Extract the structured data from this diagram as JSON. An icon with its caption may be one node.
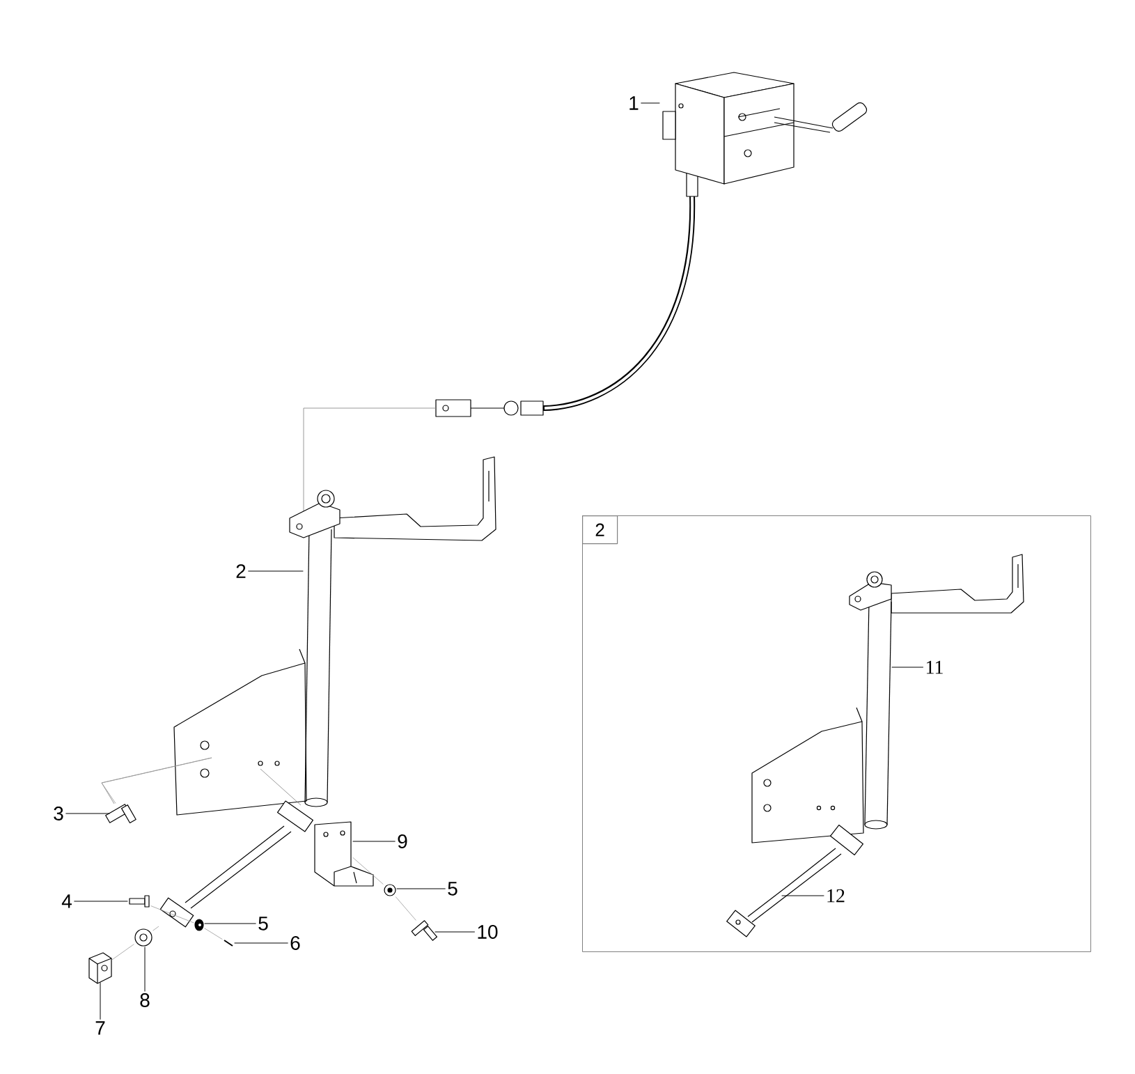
{
  "diagram": {
    "nodes": [
      {
        "text": [
          "1"
        ]
      },
      {
        "text": [],
        "shape": "picture"
      },
      {
        "text": [
          "2"
        ]
      },
      {
        "text": [],
        "shape": "picture"
      },
      {
        "text": [
          "3"
        ]
      },
      {
        "text": [],
        "shape": "picture"
      },
      {
        "text": [
          "4"
        ]
      },
      {
        "text": [],
        "shape": "picture"
      },
      {
        "text": [
          "5"
        ]
      },
      {
        "text": [],
        "shape": "picture"
      },
      {
        "text": [
          "6"
        ]
      },
      {
        "text": [],
        "shape": "picture"
      },
      {
        "text": [
          "7"
        ]
      },
      {
        "text": [],
        "shape": "picture"
      },
      {
        "text": [
          "8"
        ]
      },
      {
        "text": [],
        "shape": "picture"
      },
      {
        "text": [
          "9"
        ]
      },
      {
        "text": [],
        "shape": "picture"
      },
      {
        "text": [
          "5"
        ]
      },
      {
        "text": [],
        "shape": "picture"
      },
      {
        "text": [
          "10"
        ]
      },
      {
        "text": [],
        "shape": "picture"
      },
      {
        "text": [
          "2"
        ]
      },
      {
        "text": [
          "11"
        ],
        "in": 22
      },
      {
        "text": [],
        "shape": "picture",
        "in": 22
      },
      {
        "text": [
          "12"
        ],
        "in": 22
      },
      {
        "text": [],
        "shape": "picture",
        "in": 22
      }
    ],
    "edges": [
      {
        "from": 0,
        "to": 1,
        "arrow": "none"
      },
      {
        "from": 2,
        "to": 3,
        "arrow": "none"
      },
      {
        "from": 4,
        "to": 5,
        "arrow": "none"
      },
      {
        "from": 6,
        "to": 7,
        "arrow": "none"
      },
      {
        "from": 8,
        "to": 9,
        "arrow": "none"
      },
      {
        "from": 10,
        "to": 11,
        "arrow": "none"
      },
      {
        "from": 12,
        "to": 13,
        "arrow": "none"
      },
      {
        "from": 14,
        "to": 15,
        "arrow": "none"
      },
      {
        "from": 16,
        "to": 17,
        "arrow": "none"
      },
      {
        "from": 18,
        "to": 19,
        "arrow": "none"
      },
      {
        "from": 20,
        "to": 21,
        "arrow": "none"
      },
      {
        "from": 23,
        "to": 24,
        "arrow": "none"
      },
      {
        "from": 25,
        "to": 26,
        "arrow": "none"
      },
      {
        "from": 7,
        "to": 9,
        "arrow": "none",
        "color": "#999999"
      },
      {
        "from": 9,
        "to": 11,
        "arrow": "none",
        "color": "#999999"
      },
      {
        "from": 13,
        "to": 15,
        "arrow": "none",
        "color": "#999999"
      },
      {
        "from": 15,
        "to": null,
        "arrow": "none",
        "color": "#999999"
      },
      {
        "from": 17,
        "to": 19,
        "arrow": "none",
        "color": "#999999"
      },
      {
        "from": 19,
        "to": 21,
        "arrow": "none",
        "color": "#999999"
      },
      {
        "from": 5,
        "to": 3,
        "arrow": "none",
        "color": "#999999"
      }
    ]
  }
}
